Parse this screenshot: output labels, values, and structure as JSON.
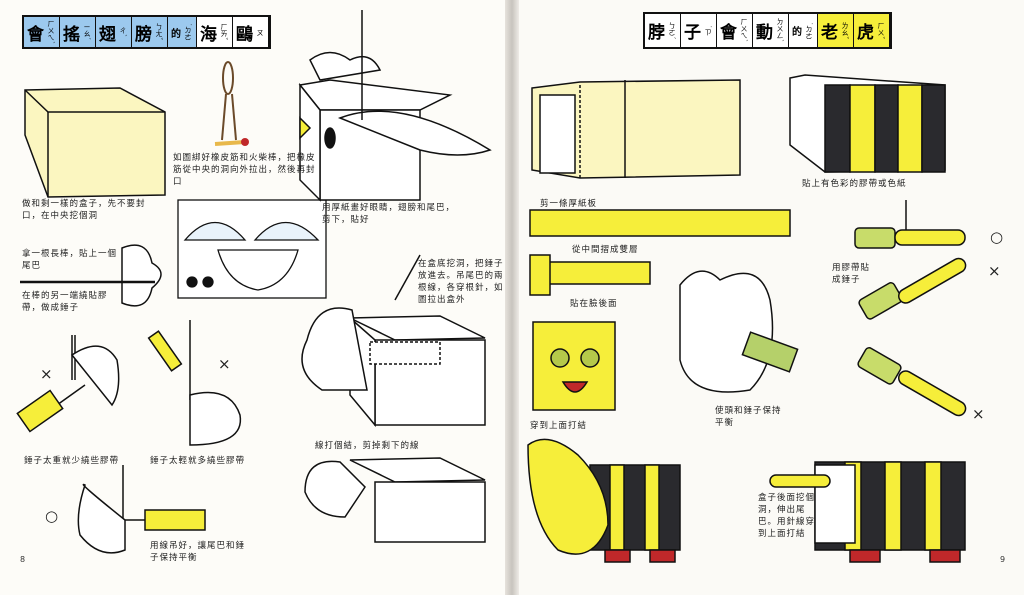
{
  "left_page": {
    "title": [
      {
        "c": "會",
        "z": "ㄏㄨㄟˋ"
      },
      {
        "c": "搖",
        "z": "ㄧㄠˊ"
      },
      {
        "c": "翅",
        "z": "ㄔˋ"
      },
      {
        "c": "膀",
        "z": "ㄅㄤˇ"
      },
      {
        "c": "的",
        "z": "˙ㄉㄜ"
      },
      {
        "c": "海",
        "z": "ㄏㄞˇ"
      },
      {
        "c": "鷗",
        "z": "ㄡ"
      }
    ],
    "captions": {
      "box": "做和剩一樣的盒子，先不要封口，在中央挖個洞",
      "rubber": "如圖綁好橡皮筋和火柴棒，把橡皮筋從中央的洞向外拉出，然後再封口",
      "wings": "用厚紙畫好眼睛，翅膀和尾巴，剪下，貼好",
      "stick": "拿一根長棒，貼上一個尾巴",
      "weight": "在棒的另一端繞貼膠帶，做成錘子",
      "heavy": "錘子太重就少繞些膠帶",
      "light": "錘子太輕就多繞些膠帶",
      "balance": "用線吊好，讓尾巴和錘子保持平衡",
      "insert": "在盒底挖洞，把錘子放進去。吊尾巴的兩根線，各穿根針，如圖拉出盒外",
      "knot": "線打個結，剪掉剩下的線"
    },
    "marks": {
      "wrong1": "×",
      "wrong2": "×",
      "right": "○"
    },
    "page_number": "8"
  },
  "right_page": {
    "title": [
      {
        "c": "脖",
        "z": "ㄅㄛˊ"
      },
      {
        "c": "子",
        "z": "˙ㄗ"
      },
      {
        "c": "會",
        "z": "ㄏㄨㄟˋ"
      },
      {
        "c": "動",
        "z": "ㄉㄨㄥˋ"
      },
      {
        "c": "的",
        "z": "˙ㄉㄜ"
      },
      {
        "c": "老",
        "z": "ㄌㄠˇ"
      },
      {
        "c": "虎",
        "z": "ㄏㄨˇ"
      }
    ],
    "captions": {
      "stripes": "貼上有色彩的膠帶或色紙",
      "cut": "剪一條厚紙板",
      "fold": "從中間摺成雙層",
      "attach": "貼在臉後面",
      "tape": "用膠帶貼成錘子",
      "balance": "使頭和錘子保持平衡",
      "tail": "盒子後面挖個洞，伸出尾巴。用針線穿到上面打結",
      "thread": "穿到上面打結"
    },
    "marks": {
      "right": "○",
      "wrong1": "×",
      "wrong2": "×"
    },
    "page_number": "9"
  },
  "colors": {
    "blue": "#9cc9ee",
    "yellow": "#f6ee3a",
    "paleyellow": "#fbf6c0",
    "dark": "#2a2a2e",
    "red": "#c0282a"
  }
}
